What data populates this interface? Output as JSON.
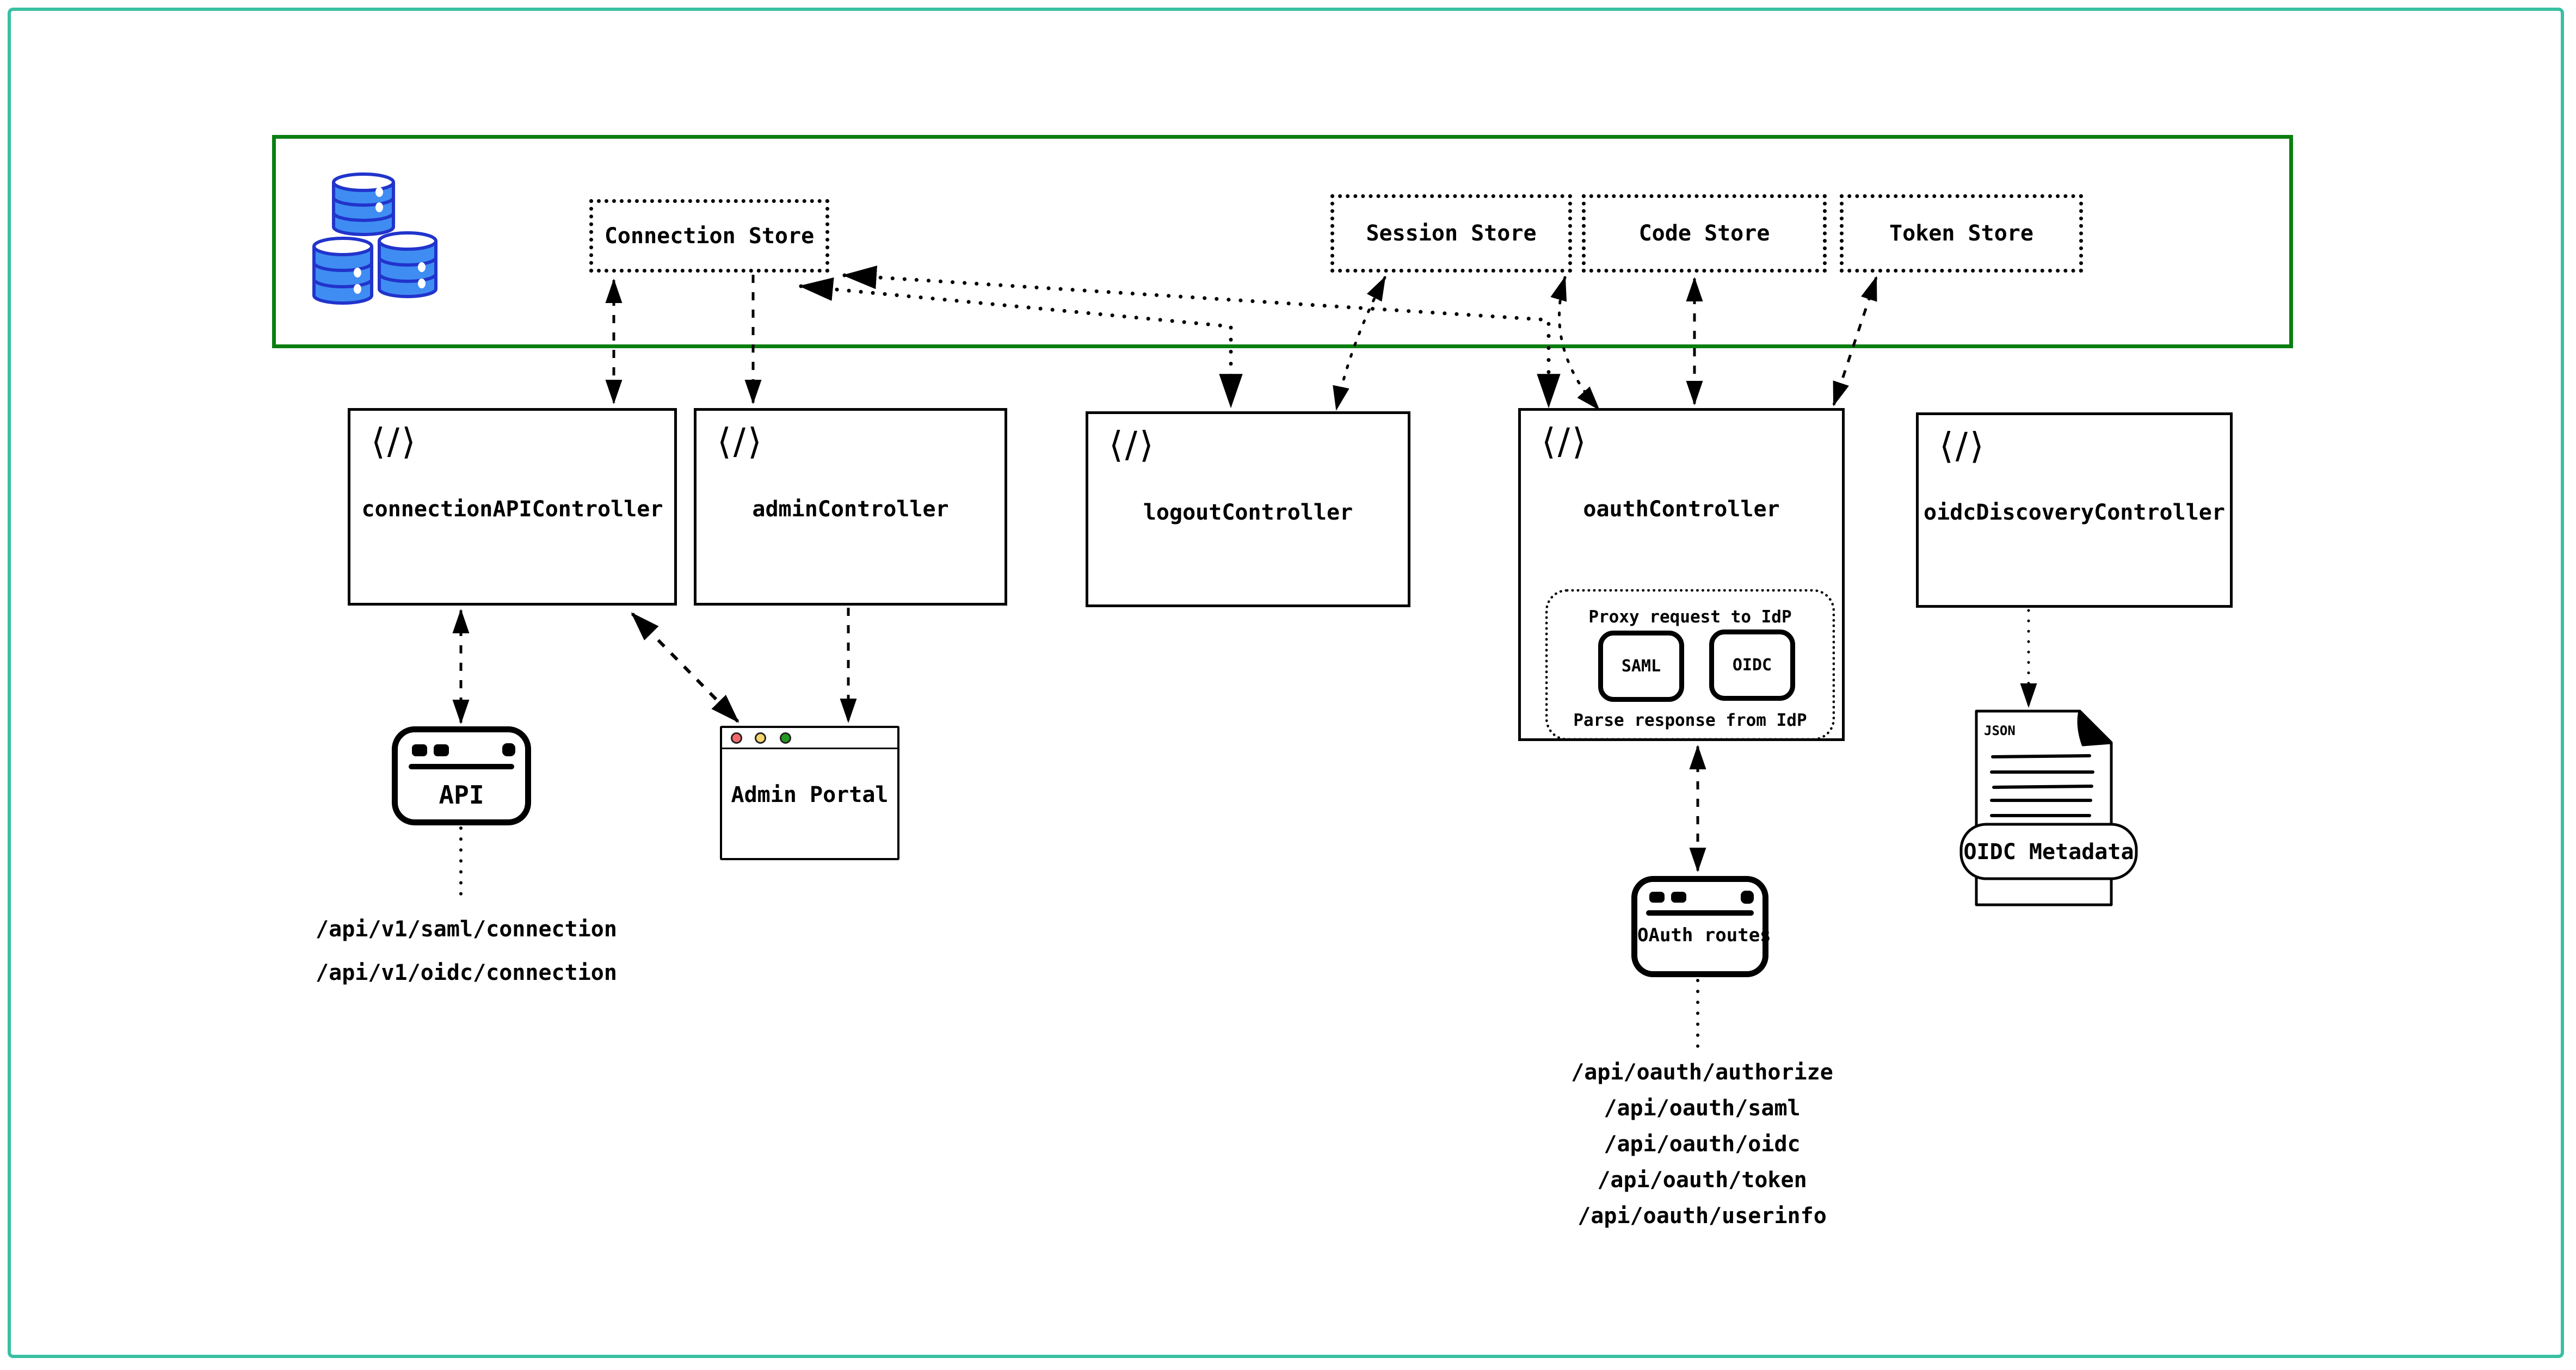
{
  "diagram_title": "",
  "icons": {
    "code_glyph": "⟨/⟩",
    "database_icon": "database-icon",
    "document_icon": "json-document-icon"
  },
  "colors": {
    "outer_frame": "#38c0a2",
    "store_container_border": "#0b7e11",
    "database_fill": "#3f8df2",
    "database_stroke": "#2134cc",
    "traffic_red": "#f4696b",
    "traffic_yellow": "#f6d66b",
    "traffic_green": "#23991f",
    "ink": "#000000"
  },
  "data_layer": {
    "stores": [
      {
        "label": "Connection Store"
      },
      {
        "label": "Session Store"
      },
      {
        "label": "Code Store"
      },
      {
        "label": "Token Store"
      }
    ]
  },
  "controllers": [
    {
      "label": "connectionAPIController"
    },
    {
      "label": "adminController"
    },
    {
      "label": "logoutController"
    },
    {
      "label": "oauthController"
    },
    {
      "label": "oidcDiscoveryController"
    }
  ],
  "oauth_internal": {
    "proxy_label": "Proxy request to IdP",
    "saml_label": "SAML",
    "oidc_label": "OIDC",
    "parse_label": "Parse response from IdP"
  },
  "clients": {
    "api_app": {
      "label": "API"
    },
    "admin_portal": {
      "label": "Admin Portal"
    },
    "oauth_routes": {
      "label": "OAuth routes"
    },
    "oidc_metadata": {
      "file_type": "JSON",
      "label": "OIDC Metadata"
    }
  },
  "endpoints": {
    "connection_api": [
      "/api/v1/saml/connection",
      "/api/v1/oidc/connection"
    ],
    "oauth": [
      "/api/oauth/authorize",
      "/api/oauth/saml",
      "/api/oauth/oidc",
      "/api/oauth/token",
      "/api/oauth/userinfo"
    ]
  }
}
